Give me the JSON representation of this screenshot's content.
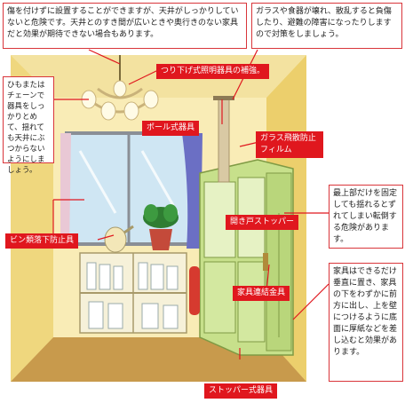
{
  "notes": {
    "top_left": "傷を付けずに設置することができますが、天井がしっかりしていないと危険です。天井とのすき間が広いときや奥行きのない家具だと効果が期待できない場合もあります。",
    "top_right": "ガラスや食器が壊れ、散乱すると負傷したり、避難の障害になったりしますので対策をしましょう。",
    "left_hook": "ひもまたはチェーンで器具をしっかりとめて、揺れても天井にぶつからないようにしましょう。",
    "right_top": "最上部だけを固定しても揺れるとずれてしまい転倒する危険があります。",
    "right_bottom": "家具はできるだけ垂直に置き、家具の下をわずかに前方に出し、上を壁につけるように底面に厚紙などを差し込むと効果があります。"
  },
  "tags": {
    "lamp": "つり下げ式照明器具の補強。",
    "pole": "ポール式器具",
    "glass_film": "ガラス飛散防止フィルム",
    "door_stopper": "開き戸ストッパー",
    "bin_fall": "ビン類落下防止具",
    "connector": "家具連結金具",
    "stopper": "ストッパー式器具"
  }
}
